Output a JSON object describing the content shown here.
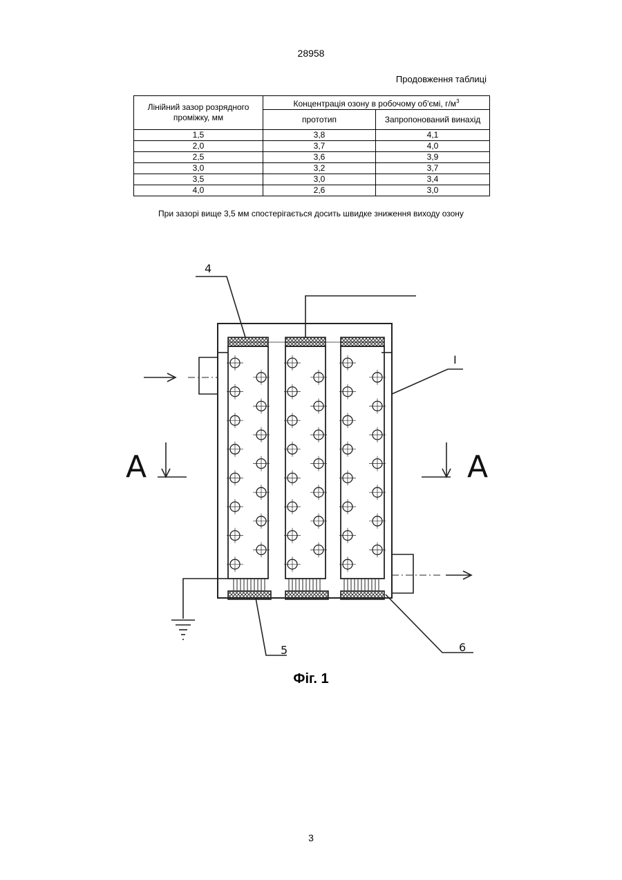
{
  "header": {
    "doc_number": "28958",
    "continuation": "Продовження таблиці"
  },
  "table": {
    "col1_header": "Лінійний зазор розрядного проміжку, мм",
    "group_header": "Концентрація озону в робочому об'ємі, г/м",
    "group_header_sup": "3",
    "col2_header": "прототип",
    "col3_header": "Запропонований винахід",
    "rows": [
      [
        "1,5",
        "3,8",
        "4,1"
      ],
      [
        "2,0",
        "3,7",
        "4,0"
      ],
      [
        "2,5",
        "3,6",
        "3,9"
      ],
      [
        "3,0",
        "3,2",
        "3,7"
      ],
      [
        "3,5",
        "3,0",
        "3,4"
      ],
      [
        "4,0",
        "2,6",
        "3,0"
      ]
    ]
  },
  "note": "При зазорі вище 3,5 мм спостерігається досить швидке зниження виходу озону",
  "figure": {
    "labels": {
      "label_4": "4",
      "label_1": "I",
      "label_5": "5",
      "label_6": "6",
      "section_left": "А",
      "section_right": "А"
    },
    "caption": "Фіг. 1"
  },
  "footer": {
    "page_number": "3"
  }
}
